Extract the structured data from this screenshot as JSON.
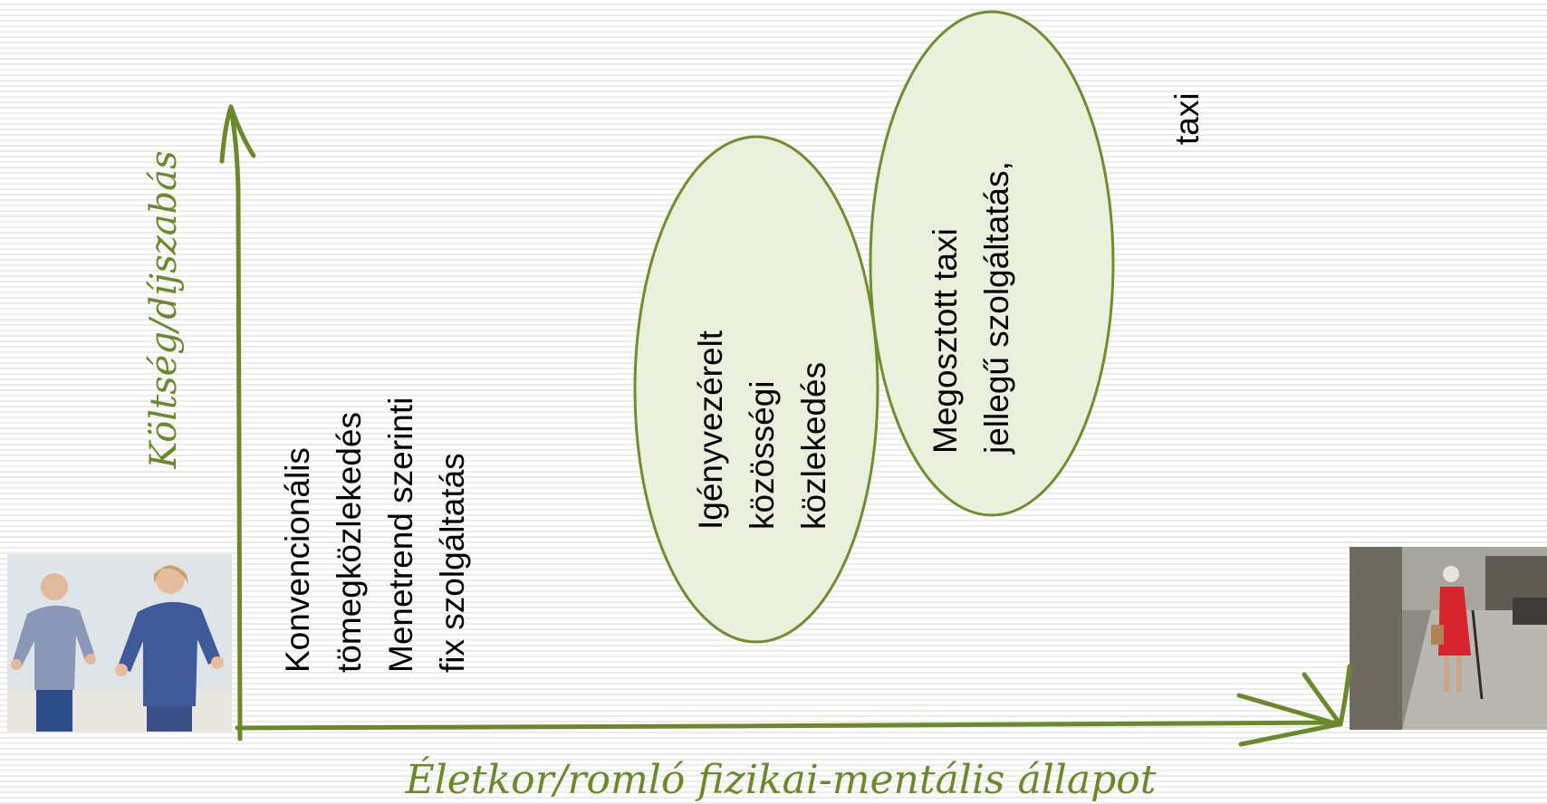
{
  "axes": {
    "y_label": "Költség/díjszabás",
    "x_label": "Életkor/romló fizikai-mentális állapot"
  },
  "services": {
    "conventional": {
      "lines": [
        "Konvencionális",
        "tömegközlekedés",
        "Menetrend szerinti",
        "fix szolgáltatás"
      ]
    },
    "demand_responsive": {
      "lines": [
        "Igényvezérelt",
        "közösségi",
        "közlekedés"
      ]
    },
    "shared_taxi": {
      "lines": [
        "Megosztott taxi",
        "jellegű szolgáltatás,"
      ]
    },
    "taxi": {
      "lines": [
        "taxi"
      ]
    }
  },
  "colors": {
    "accent": "#6a8a2a",
    "ellipse_fill": "#eaf0dc",
    "ellipse_stroke": "#6e8f2e"
  },
  "images": {
    "left": "photo-active-seniors",
    "right": "photo-elderly-woman-with-cane"
  }
}
